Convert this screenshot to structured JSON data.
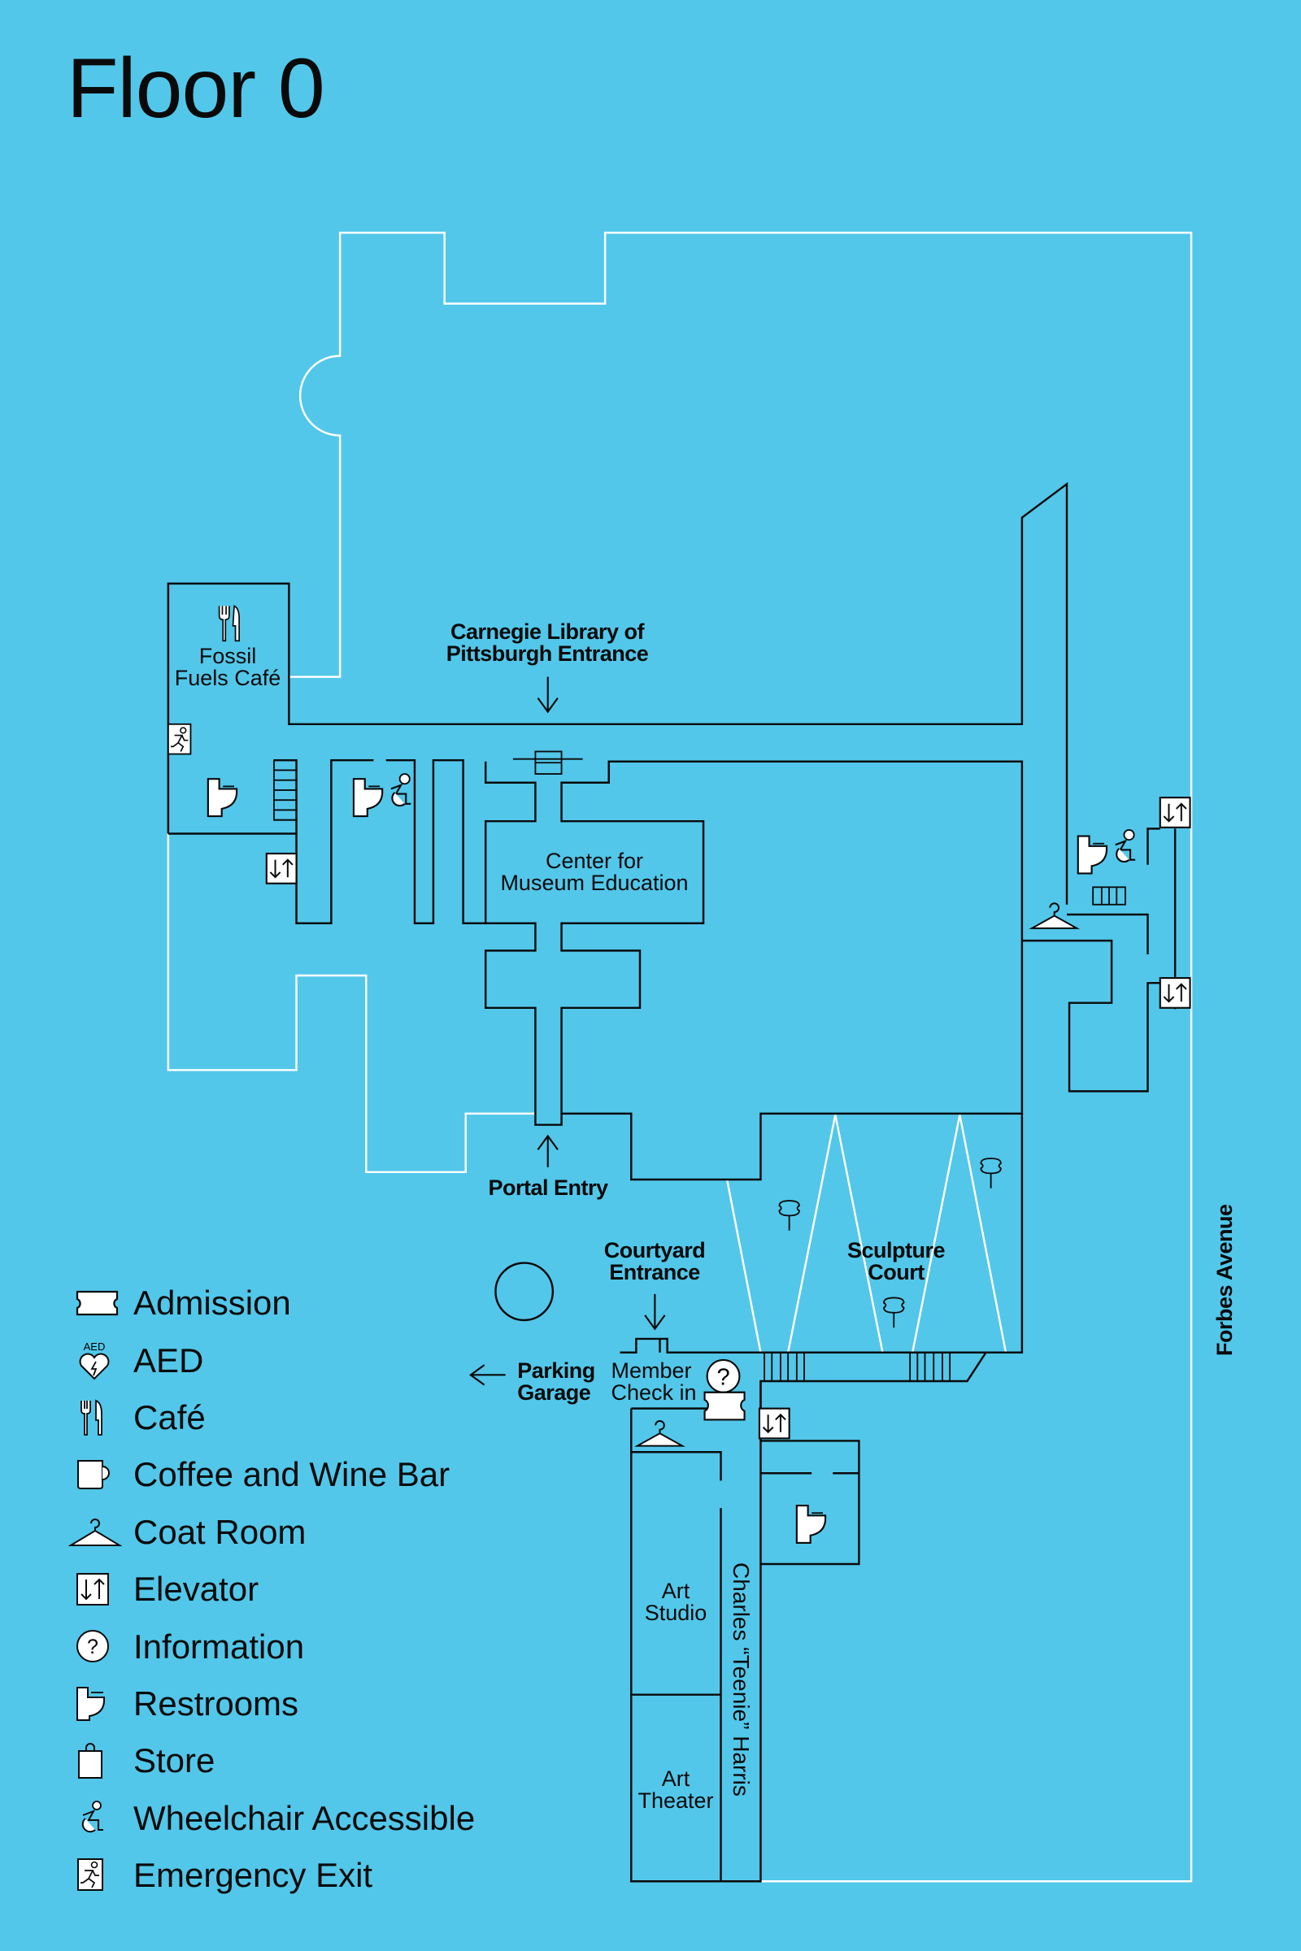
{
  "page": {
    "title": "Floor 0",
    "background_color": "#52c7ea",
    "wall_color": "#0a0a0a",
    "outline_color": "#ffffff"
  },
  "rooms": {
    "cafe": [
      "Fossil",
      "Fuels Café"
    ],
    "education": [
      "Center for",
      "Museum Education"
    ],
    "sculpture_court": [
      "Sculpture",
      "Court"
    ],
    "art_studio": [
      "Art",
      "Studio"
    ],
    "art_theater": [
      "Art",
      "Theater"
    ],
    "harris_gallery": "Charles “Teenie” Harris",
    "member_checkin": [
      "Member",
      "Check in"
    ]
  },
  "entrances": {
    "library": [
      "Carnegie Library of",
      "Pittsburgh Entrance"
    ],
    "portal": "Portal Entry",
    "courtyard": [
      "Courtyard",
      "Entrance"
    ],
    "parking": [
      "Parking",
      "Garage"
    ]
  },
  "streets": {
    "forbes": "Forbes Avenue"
  },
  "legend": [
    {
      "icon": "admission-ticket-icon",
      "label": "Admission"
    },
    {
      "icon": "aed-heart-icon",
      "label": "AED"
    },
    {
      "icon": "fork-knife-icon",
      "label": "Café"
    },
    {
      "icon": "coffee-mug-icon",
      "label": "Coffee and Wine Bar"
    },
    {
      "icon": "coat-hanger-icon",
      "label": "Coat Room"
    },
    {
      "icon": "elevator-icon",
      "label": "Elevator"
    },
    {
      "icon": "information-icon",
      "label": "Information"
    },
    {
      "icon": "restroom-toilet-icon",
      "label": "Restrooms"
    },
    {
      "icon": "store-bag-icon",
      "label": "Store"
    },
    {
      "icon": "wheelchair-icon",
      "label": "Wheelchair Accessible"
    },
    {
      "icon": "emergency-exit-icon",
      "label": "Emergency Exit"
    }
  ],
  "icon_text": {
    "aed": "AED",
    "info": "?",
    "elevator": "↓↑"
  }
}
